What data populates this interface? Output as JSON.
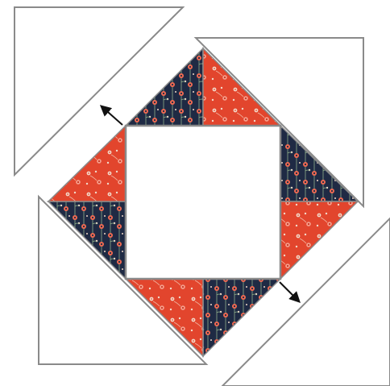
{
  "diagram": {
    "kind": "quilt-block-assembly",
    "colors": {
      "background": "#ffffff",
      "outline": "#8a8a8a",
      "navy_fabric": "#1f2a44",
      "red_fabric": "#e2452d",
      "flower_red": "#f06a52",
      "flower_cream": "#f1d9c9",
      "stem_green": "#8fae8a",
      "arrow": "#111111"
    },
    "pieces": [
      {
        "name": "large-corner-triangle-top-left",
        "fabric": "white"
      },
      {
        "name": "large-corner-triangle-top-right",
        "fabric": "white"
      },
      {
        "name": "large-corner-triangle-bottom-left",
        "fabric": "white"
      },
      {
        "name": "large-corner-triangle-bottom-right",
        "fabric": "white"
      },
      {
        "name": "center-square",
        "fabric": "white"
      },
      {
        "name": "hst-top-left",
        "fabric": "navy"
      },
      {
        "name": "hst-top-right",
        "fabric": "red"
      },
      {
        "name": "hst-right-top",
        "fabric": "navy"
      },
      {
        "name": "hst-right-bottom",
        "fabric": "red"
      },
      {
        "name": "hst-bottom-right",
        "fabric": "navy"
      },
      {
        "name": "hst-bottom-left",
        "fabric": "red"
      },
      {
        "name": "hst-left-bottom",
        "fabric": "navy"
      },
      {
        "name": "hst-left-top",
        "fabric": "red"
      }
    ],
    "arrows": [
      {
        "name": "arrow-up-left",
        "direction": "up-left"
      },
      {
        "name": "arrow-down-right",
        "direction": "down-right"
      }
    ]
  }
}
